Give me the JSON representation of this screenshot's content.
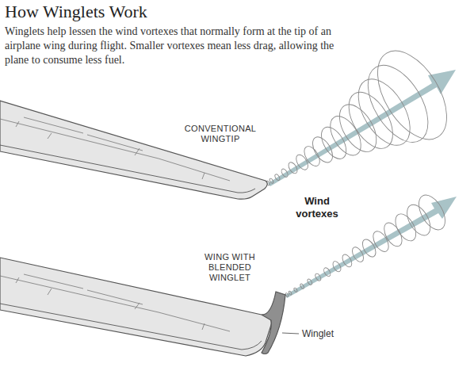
{
  "diagram": {
    "title": "How Winglets Work",
    "caption": "Winglets help lessen the wind vortexes that normally form at the tip of an airplane wing during flight. Smaller vortexes mean less drag, allowing the plane to consume less fuel.",
    "labels": [
      "CONVENTIONAL WINGTIP",
      "Wind vortexes",
      "WING WITH BLENDED WINGLET",
      "Winglet"
    ]
  }
}
